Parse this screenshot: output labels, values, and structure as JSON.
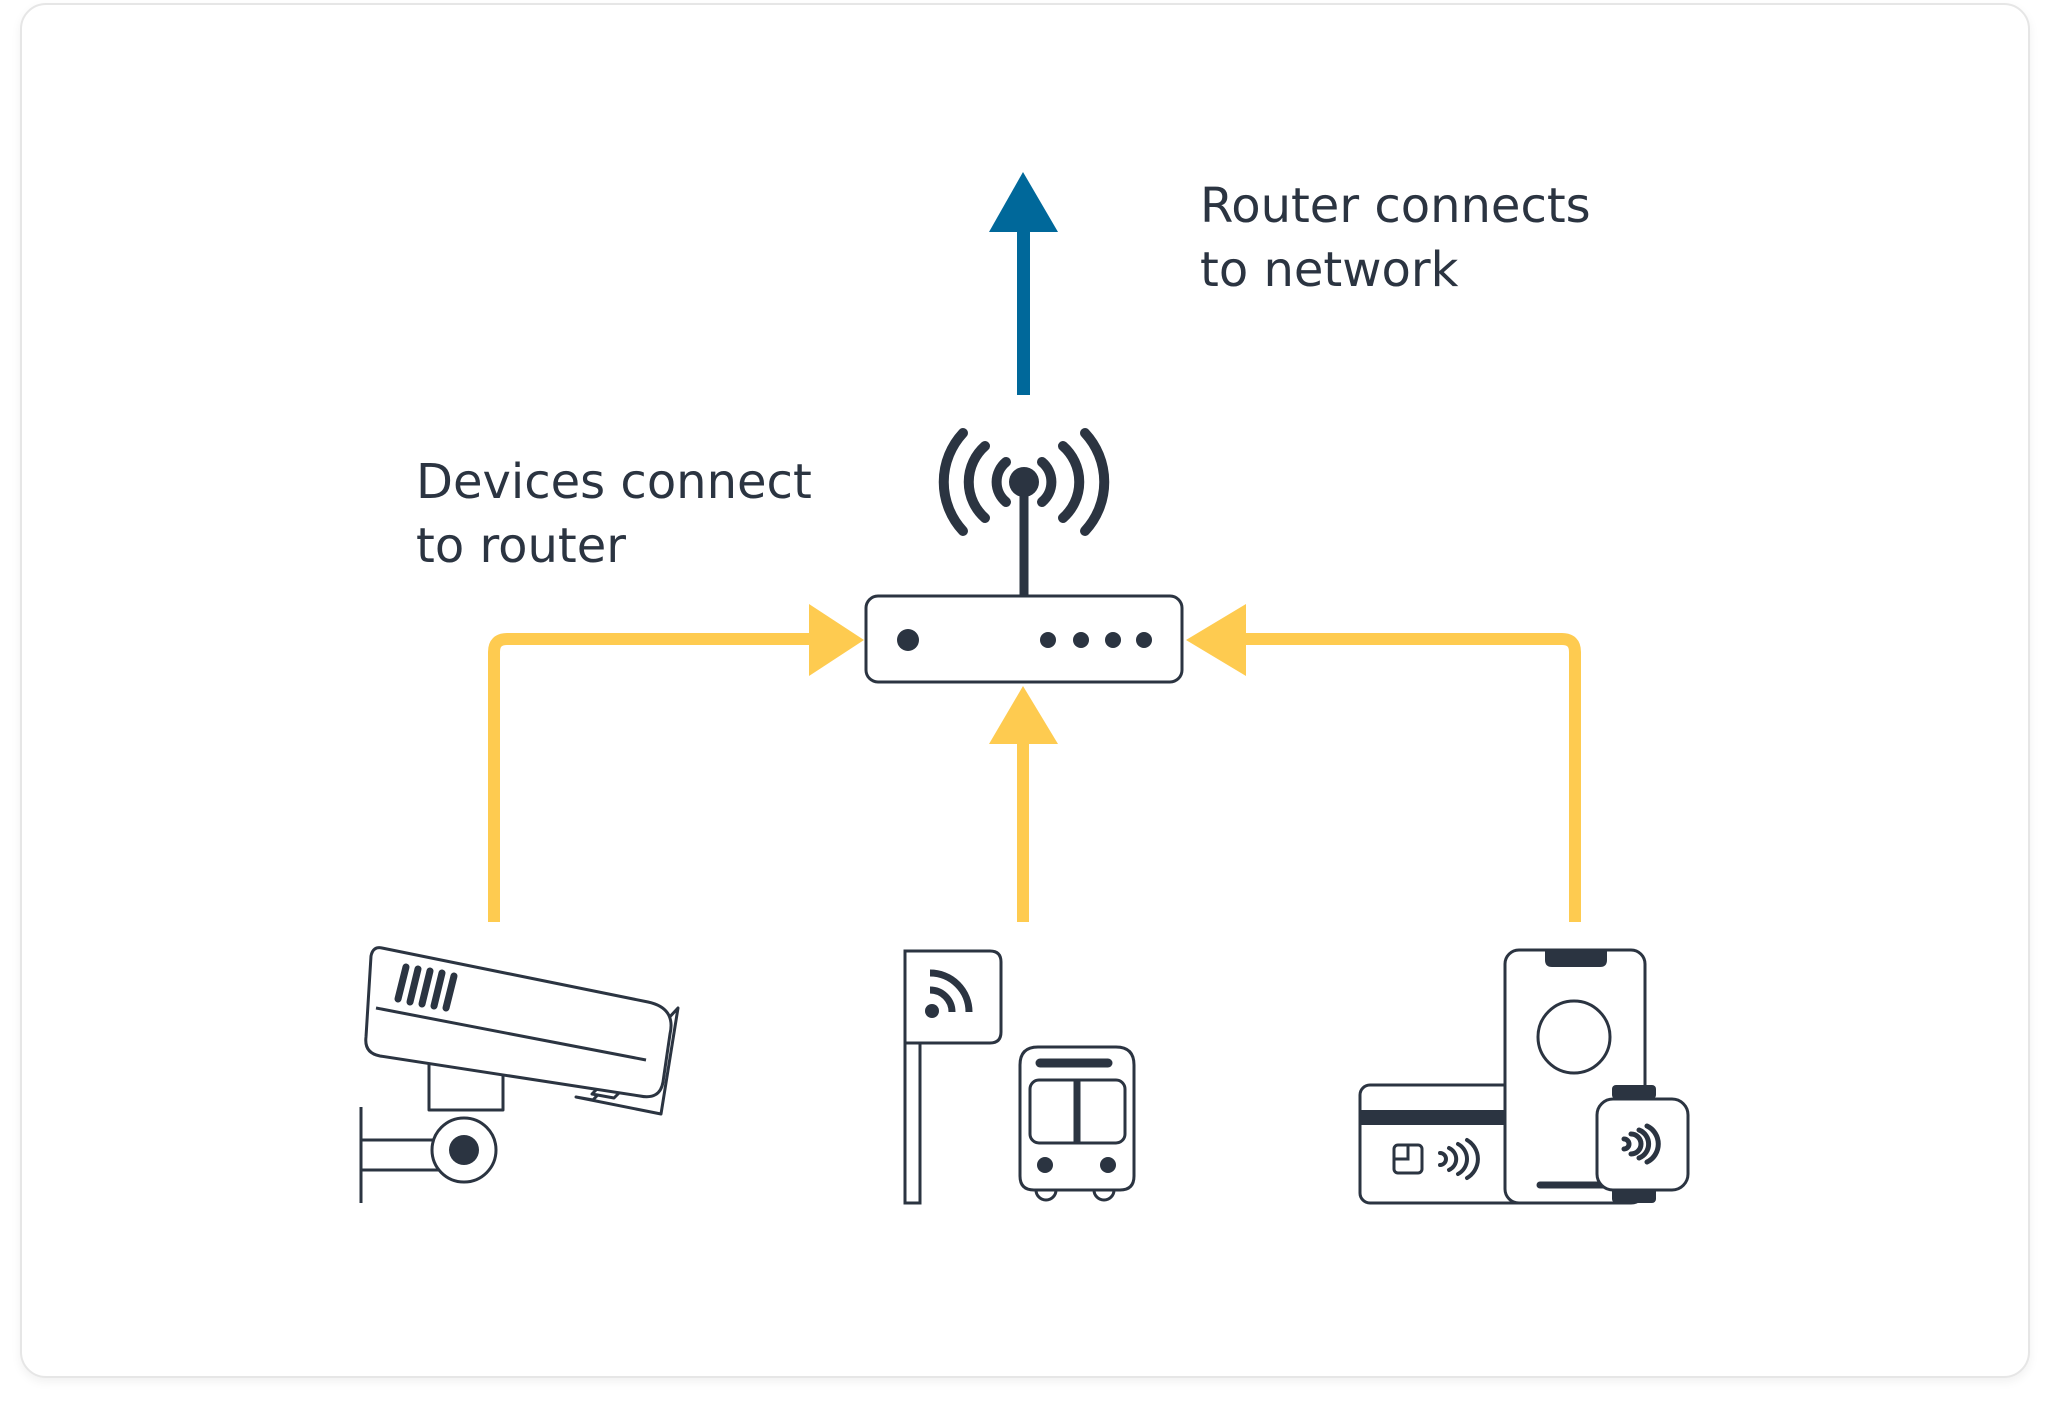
{
  "labels": {
    "router_network_line1": "Router connects",
    "router_network_line2": "to network",
    "devices_router_line1": "Devices connect",
    "devices_router_line2": "to router"
  },
  "colors": {
    "network_arrow": "#00689a",
    "device_arrows": "#fecb50",
    "icon_stroke": "#2b3441"
  },
  "icons": {
    "router": "router-icon",
    "signal": "wifi-signal-icon",
    "camera": "security-camera-icon",
    "bus_stop": "bus-stop-icon",
    "bus": "bus-icon",
    "payment": "contactless-payment-icon"
  }
}
